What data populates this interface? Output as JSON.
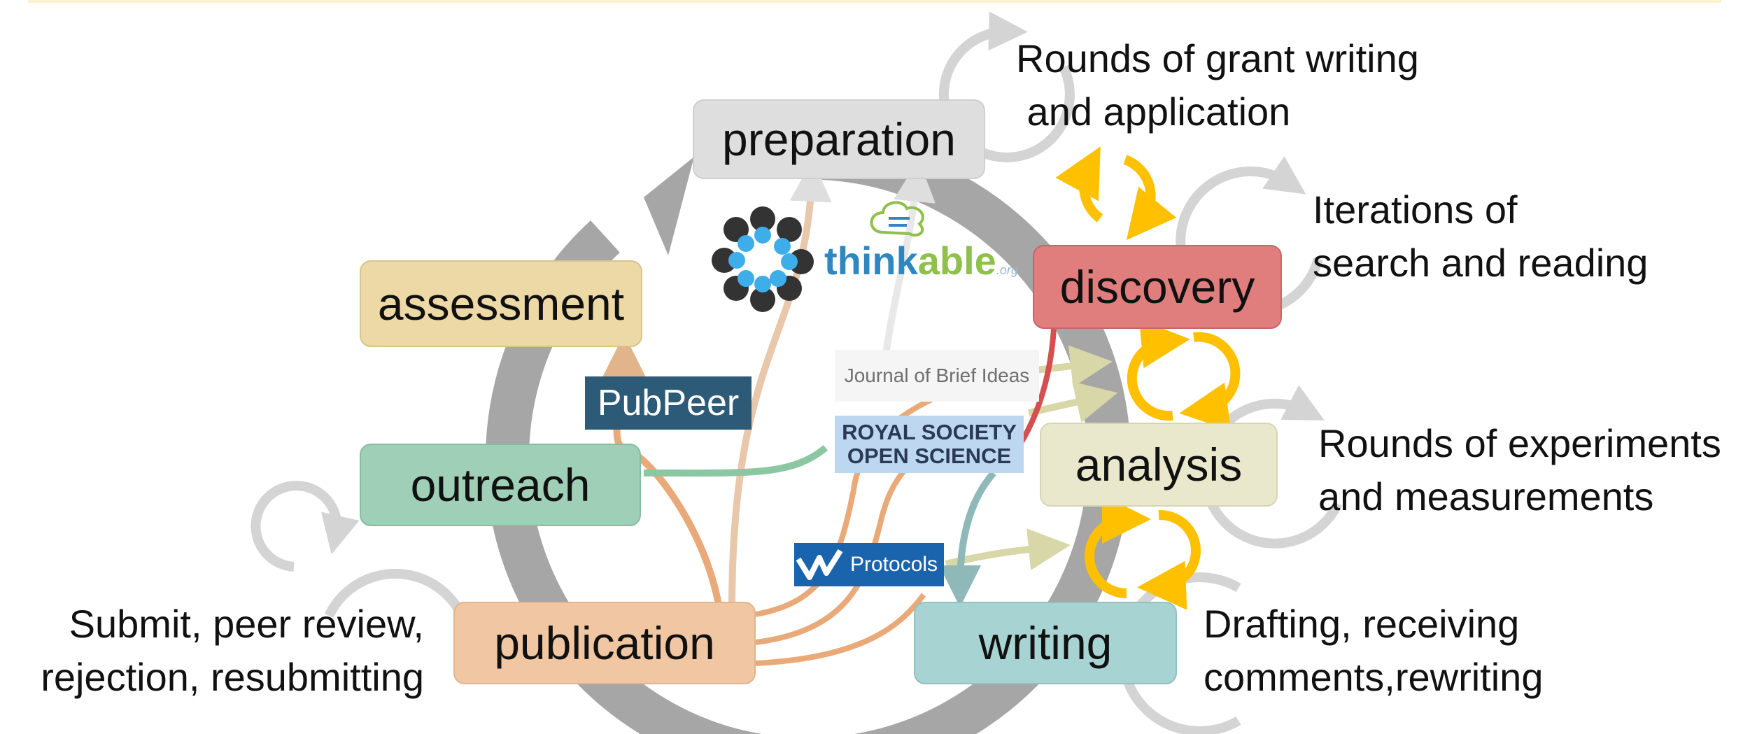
{
  "stages": {
    "preparation": {
      "label": "preparation",
      "color": "#dedede",
      "border": "#cfcfcf"
    },
    "discovery": {
      "label": "discovery",
      "color": "#e07d7d",
      "border": "#c96565"
    },
    "analysis": {
      "label": "analysis",
      "color": "#e9e8cd",
      "border": "#d6d5b3"
    },
    "writing": {
      "label": "writing",
      "color": "#a8d3d3",
      "border": "#8fc1c1"
    },
    "publication": {
      "label": "publication",
      "color": "#f0c7a2",
      "border": "#e2b48c"
    },
    "outreach": {
      "label": "outreach",
      "color": "#9fcfb6",
      "border": "#86bda0"
    },
    "assessment": {
      "label": "assessment",
      "color": "#ecd9a6",
      "border": "#d9c48d"
    }
  },
  "notes": {
    "grant": "Rounds of grant writing\n and application",
    "search": "Iterations of\nsearch and reading",
    "experiments": "Rounds of experiments\nand measurements",
    "drafting": "Drafting, receiving\ncomments,rewriting",
    "peer_review": "Submit, peer review,\nrejection, resubmitting"
  },
  "logos": {
    "pubpeer": "PubPeer",
    "jbi": "Journal of Brief Ideas",
    "rsos_line1": "ROYAL SOCIETY",
    "rsos_line2": "OPEN SCIENCE",
    "protocols": "Protocols",
    "thinkable_a": "think",
    "thinkable_b": "able",
    "thinkable_c": ".org"
  },
  "colors": {
    "cycle": "#a6a6a6",
    "loop": "#d4d4d4",
    "yellow": "#ffc000",
    "orange_flow": "#e9a978",
    "green_flow": "#8cc7a4",
    "olive_flow": "#d7d7a8",
    "teal_flow": "#8fb8b8",
    "red_flow": "#d44f4f"
  }
}
